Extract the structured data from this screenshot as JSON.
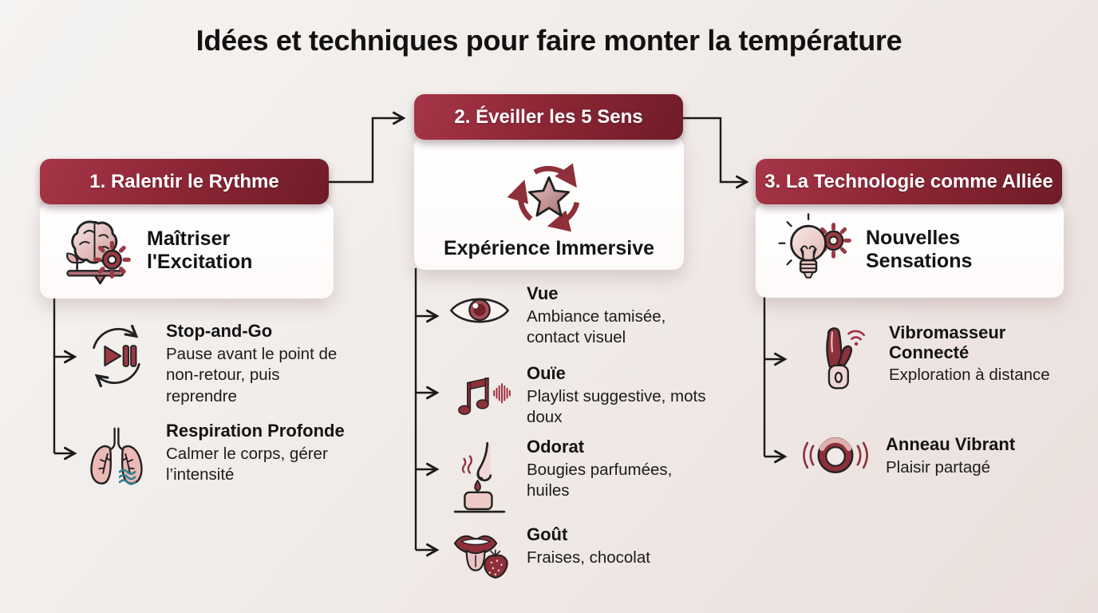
{
  "title": "Idées et techniques pour faire monter la température",
  "colors": {
    "accent_dark_red": "#8e2f3a",
    "header_gradient_start": "#a63548",
    "header_gradient_end": "#6f1c27",
    "background": "#f1ece9",
    "card": "#ffffff",
    "text": "#141414",
    "icon_pink": "#ecc4c1",
    "wave_teal": "#2f7f8e"
  },
  "sections": [
    {
      "header": "1. Ralentir le Rythme",
      "card": {
        "icon": "brain-balance-icon",
        "label": "Maîtriser l'Excitation"
      },
      "items": [
        {
          "icon": "play-pause-cycle-icon",
          "title": "Stop-and-Go",
          "desc": "Pause avant le point de non-retour, puis reprendre"
        },
        {
          "icon": "lungs-icon",
          "title": "Respiration Profonde",
          "desc": "Calmer le corps, gérer l’intensité"
        }
      ]
    },
    {
      "header": "2. Éveiller les 5 Sens",
      "card": {
        "icon": "star-cycle-icon",
        "label": "Expérience Immersive"
      },
      "items": [
        {
          "icon": "eye-icon",
          "title": "Vue",
          "desc": "Ambiance tamisée, contact visuel"
        },
        {
          "icon": "music-note-icon",
          "title": "Ouïe",
          "desc": "Playlist suggestive, mots doux"
        },
        {
          "icon": "nose-candle-icon",
          "title": "Odorat",
          "desc": "Bougies parfumées, huiles"
        },
        {
          "icon": "mouth-strawberry-icon",
          "title": "Goût",
          "desc": "Fraises, chocolat"
        }
      ]
    },
    {
      "header": "3. La Technologie comme Alliée",
      "card": {
        "icon": "bulb-gear-icon",
        "label": "Nouvelles Sensations"
      },
      "items": [
        {
          "icon": "connected-vibrator-icon",
          "title": "Vibromasseur Connecté",
          "desc": "Exploration à distance"
        },
        {
          "icon": "vibrating-ring-icon",
          "title": "Anneau Vibrant",
          "desc": "Plaisir partagé"
        }
      ]
    }
  ]
}
